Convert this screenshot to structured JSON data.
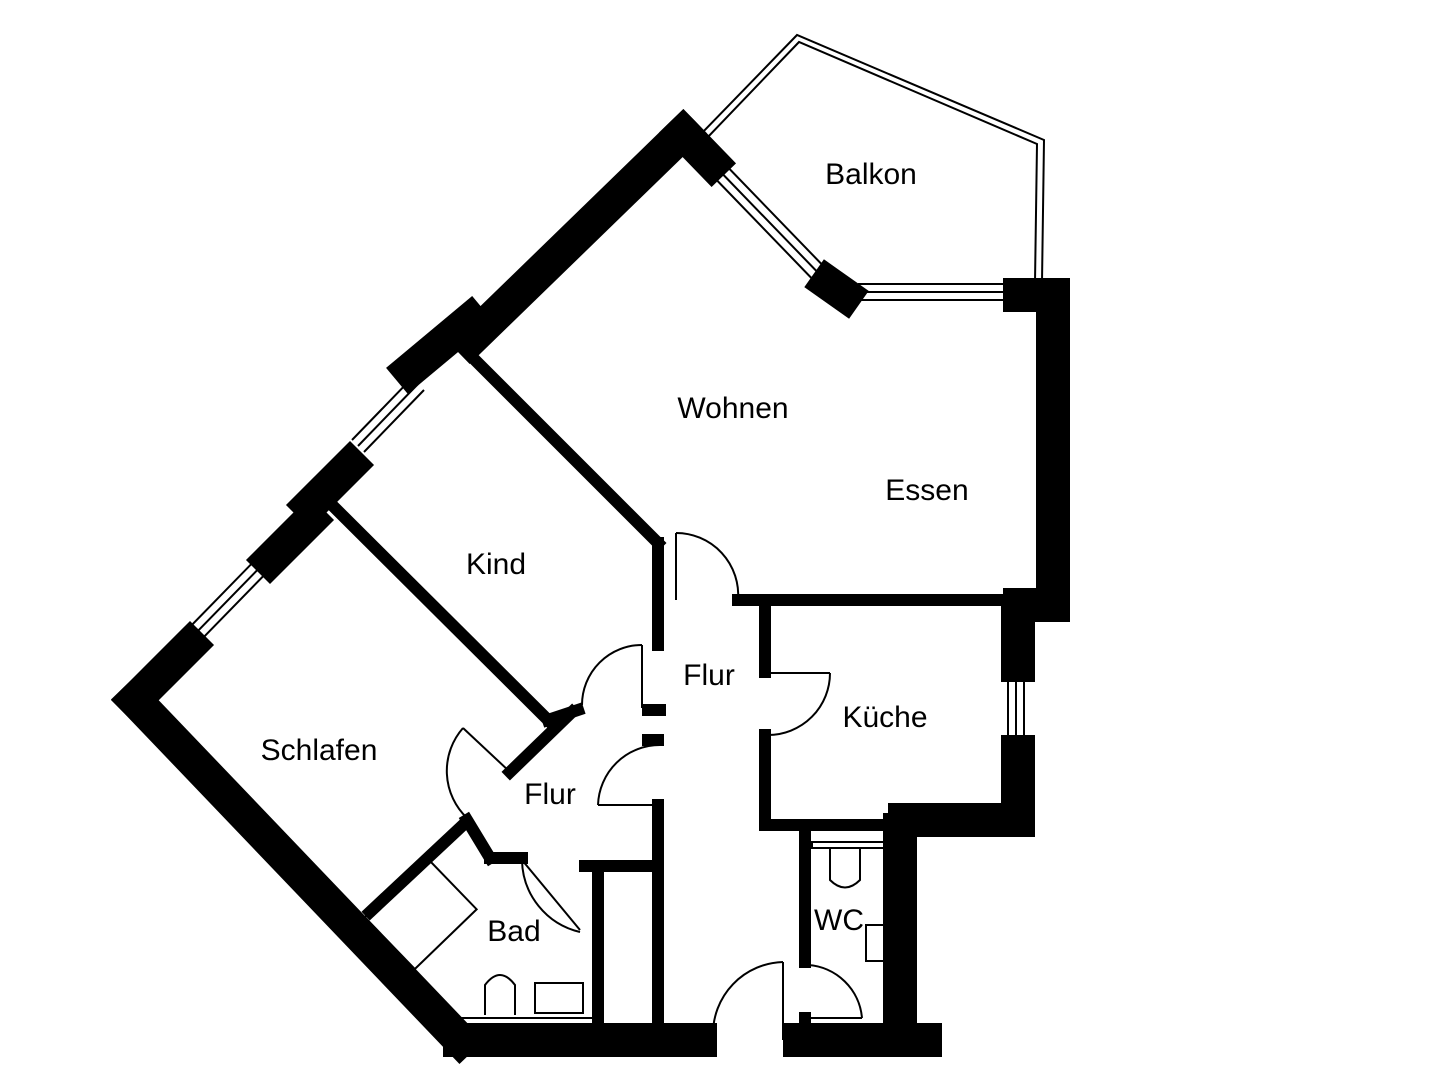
{
  "rooms": {
    "balkon": "Balkon",
    "wohnen": "Wohnen",
    "essen": "Essen",
    "kind": "Kind",
    "schlafen": "Schlafen",
    "flur_main": "Flur",
    "flur_small": "Flur",
    "kueche": "Küche",
    "bad": "Bad",
    "wc": "WC"
  },
  "colors": {
    "wall": "#000000",
    "background": "#ffffff"
  }
}
